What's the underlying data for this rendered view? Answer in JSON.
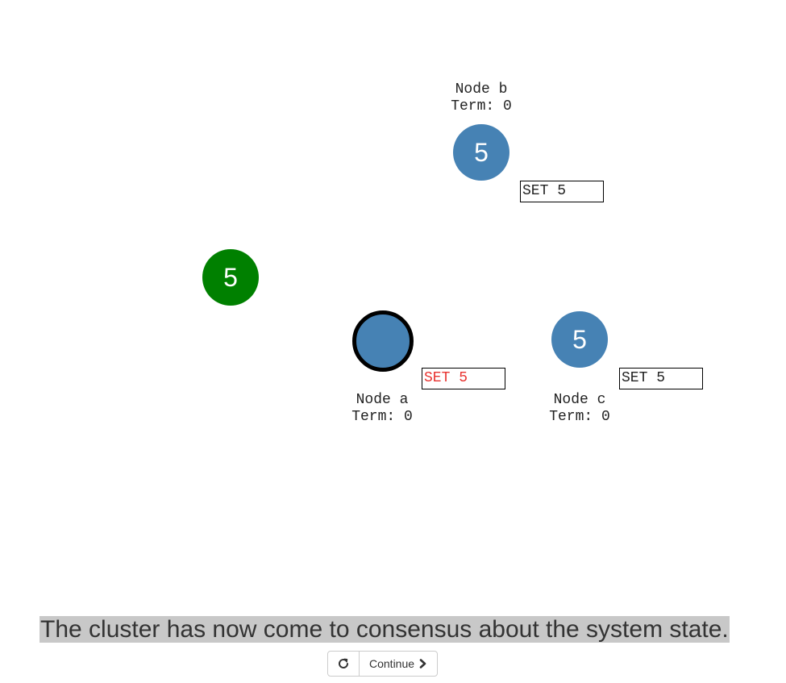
{
  "nodes": {
    "a": {
      "name": "Node a",
      "term": "Term: 0",
      "value": "",
      "log_entry": "SET 5",
      "log_committed": false
    },
    "b": {
      "name": "Node b",
      "term": "Term: 0",
      "value": "5",
      "log_entry": "SET 5",
      "log_committed": true
    },
    "c": {
      "name": "Node c",
      "term": "Term: 0",
      "value": "5",
      "log_entry": "SET 5",
      "log_committed": true
    }
  },
  "client": {
    "value": "5"
  },
  "colors": {
    "node": "#4682b4",
    "client": "#008000",
    "uncommitted_log": "#e8322f"
  },
  "caption": "The cluster has now come to consensus about the system state.",
  "controls": {
    "restart_icon": "restart-icon",
    "continue_label": "Continue",
    "continue_icon": "chevron-right-icon"
  }
}
